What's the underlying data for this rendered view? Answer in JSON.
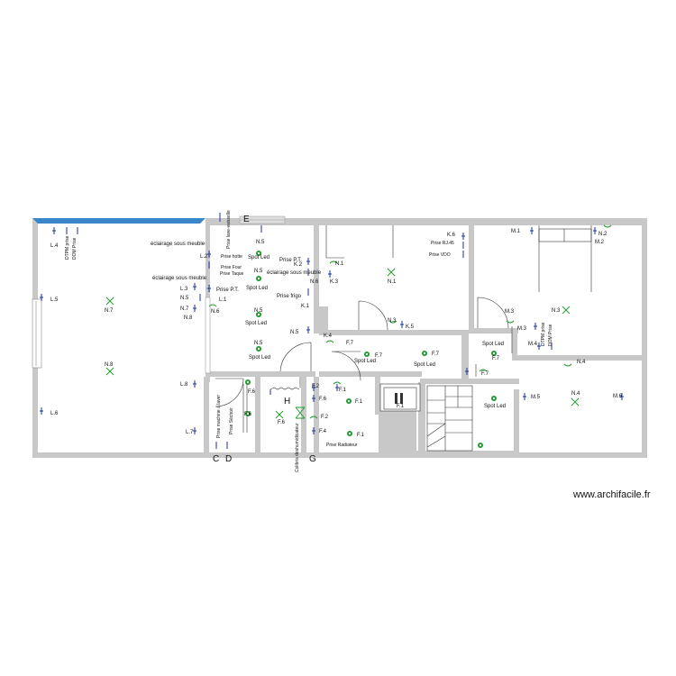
{
  "watermark": "www.archifacile.fr",
  "letters": {
    "E": "E",
    "H": "H",
    "C": "C",
    "D": "D",
    "G": "G"
  },
  "colors": {
    "walls": "#c8c8c8",
    "window_top": "#3a86c8",
    "switches": "#1b2fa3",
    "lights": "#1a9a2a"
  },
  "labels": {
    "L4": "L.4",
    "L5": "L.5",
    "L6": "L.6",
    "L7": "L.7",
    "L8": "L.8",
    "L2": "L.2",
    "L3": "L.3",
    "L1": "L.1",
    "N1": "N.1",
    "N2": "N.2",
    "N3": "N.3",
    "N4": "N.4",
    "N5": "N.5",
    "N6": "N.6",
    "N7": "N.7",
    "N8": "N.8",
    "K1": "K.1",
    "K2": "K.2",
    "K3": "K.3",
    "K4": "K.4",
    "K5": "K.5",
    "K6": "K.6",
    "M1": "M.1",
    "M2": "M.2",
    "M3": "M.3",
    "M4": "M.4",
    "M5": "M.5",
    "M6": "M.6",
    "F1": "F.1",
    "F2": "F.2",
    "F4": "F.4",
    "F6": "F.6",
    "F7": "F.7",
    "spot_led": "Spot Led",
    "eclairage_sous_meuble": "éclairage sous meuble",
    "prise_hotte": "Prise hotte",
    "prise_four": "Prise Four",
    "prise_taque": "Prise Taque",
    "prise_pt": "Prise P.T.",
    "prise_frigo": "Prise frigo",
    "prise_rj45": "Prise RJ.45",
    "prise_vdo": "Prise VDO",
    "prise_radiateur": "Prise Radiateur",
    "prise_machine_laver": "Prise machine à laver",
    "prise_sechoir": "Prise Séchoir",
    "prise_lave_vaisselle": "Prise lave-vaisselle",
    "colibris_dvr": "Colibris deshumidicateur",
    "dtpm_prise": "DTPM prise",
    "dom_prise": "DOM Prise"
  }
}
